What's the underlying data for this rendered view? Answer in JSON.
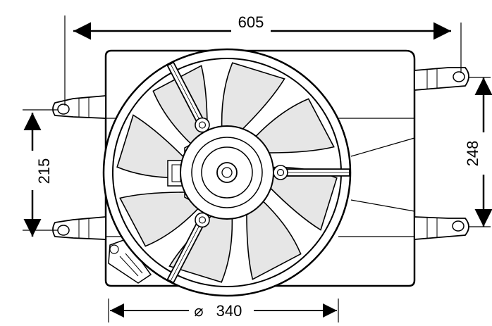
{
  "dimensions": {
    "width": "605",
    "height_right": "248",
    "height_left": "215",
    "fan_diameter": "340",
    "diameter_symbol": "⌀"
  },
  "fan": {
    "blade_count": 8,
    "arm_count": 3
  },
  "colors": {
    "line": "#000000",
    "blade_fill": "#e6e6e6",
    "background": "#ffffff"
  }
}
